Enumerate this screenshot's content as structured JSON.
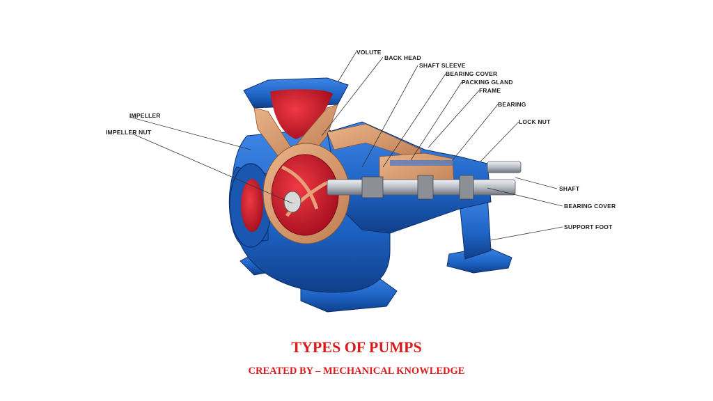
{
  "labels": {
    "volute": "VOLUTE",
    "back_head": "BACK HEAD",
    "shaft_sleeve": "SHAFT SLEEVE",
    "bearing_cover_top": "BEARING COVER",
    "packing_gland": "PACKING GLAND",
    "frame": "FRAME",
    "bearing": "BEARING",
    "lock_nut": "LOCK NUT",
    "impeller": "IMPELLER",
    "impeller_nut": "IMPELLER NUT",
    "shaft": "SHAFT",
    "bearing_cover_right": "BEARING COVER",
    "support_foot": "SUPPORT FOOT"
  },
  "caption": {
    "title": "TYPES OF PUMPS",
    "subtitle": "CREATED BY – MECHANICAL KNOWLEDGE"
  },
  "colors": {
    "caption_red": "#d81c1c",
    "casing_blue": "#1d63c4",
    "casing_blue_dark": "#103f8a",
    "cut_section_tan": "#d79a6c",
    "impeller_red": "#c8102e",
    "shaft_grey": "#b8bcc4"
  }
}
